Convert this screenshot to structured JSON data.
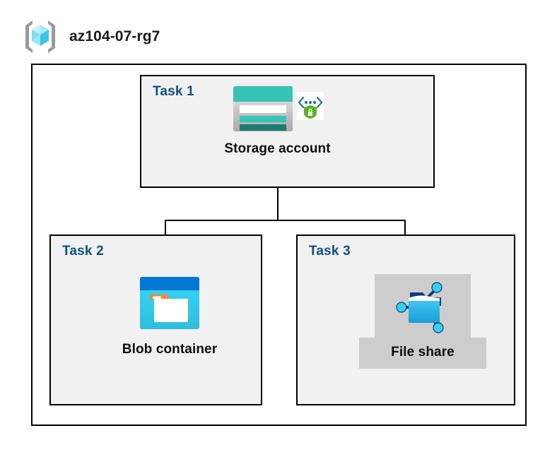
{
  "diagram": {
    "type": "azure-architecture",
    "resource_group": {
      "icon": "resource-group-cube-icon",
      "name": "az104-07-rg7"
    },
    "colors": {
      "task_label": "#10507d",
      "task_box_fill": "#f1f1f1",
      "border": "#000000",
      "canvas": "#ffffff",
      "file_share_plate": "#cdcdcd",
      "storage_teal": "#35c4b5",
      "storage_teal_dark": "#1f7a72",
      "blob_blue": "#0078d4",
      "blob_cyan": "#32d4f5",
      "blob_orange": "#f7882f",
      "file_share_blue": "#29b6e8",
      "file_share_navy": "#0f3c74",
      "shield_green": "#5ab522",
      "bracket_gray": "#9a9a9a",
      "cube_cyan": "#8fe3f8"
    },
    "tasks": [
      {
        "id": "task-1",
        "label": "Task 1",
        "node": {
          "caption": "Storage account",
          "icon": "storage-account-icon",
          "secondary_icon": "api-security-shield-icon"
        }
      },
      {
        "id": "task-2",
        "label": "Task 2",
        "node": {
          "caption": "Blob container",
          "icon": "blob-container-icon"
        }
      },
      {
        "id": "task-3",
        "label": "Task 3",
        "node": {
          "caption": "File share",
          "icon": "file-share-icon",
          "highlighted": true
        }
      }
    ],
    "connections": [
      {
        "from": "Storage account",
        "to": "Blob container"
      },
      {
        "from": "Storage account",
        "to": "File share"
      }
    ]
  }
}
